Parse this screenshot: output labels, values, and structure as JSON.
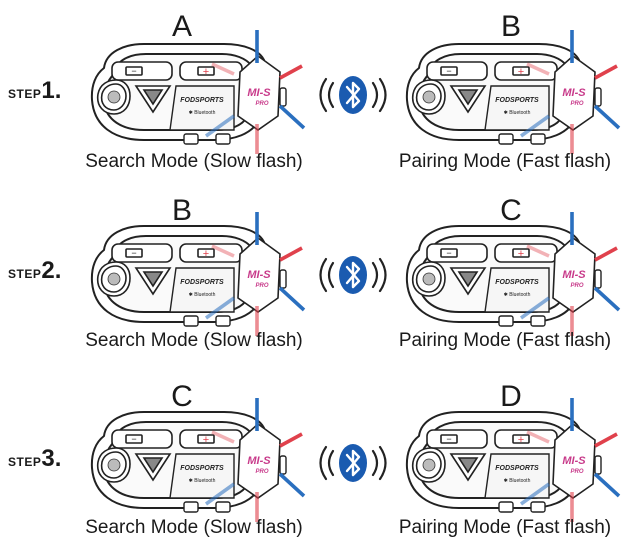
{
  "steps": [
    {
      "step_word": "STEP",
      "step_num": "1.",
      "left_letter": "A",
      "right_letter": "B",
      "left_caption": "Search Mode (Slow flash)",
      "right_caption": "Pairing Mode (Fast flash)"
    },
    {
      "step_word": "STEP",
      "step_num": "2.",
      "left_letter": "B",
      "right_letter": "C",
      "left_caption": "Search Mode (Slow flash)",
      "right_caption": "Pairing Mode (Fast flash)"
    },
    {
      "step_word": "STEP",
      "step_num": "3.",
      "left_letter": "C",
      "right_letter": "D",
      "left_caption": "Search Mode (Slow flash)",
      "right_caption": "Pairing Mode (Fast flash)"
    }
  ],
  "device": {
    "brand": "FODSPORTS",
    "bt_text": "Bluetooth",
    "model": "MI-S",
    "model_sub": "PRO",
    "minus": "−",
    "plus": "+"
  },
  "colors": {
    "bluetooth": "#1a5bb0",
    "flash_blue": "#2a6fbf",
    "flash_red": "#e0414c",
    "led_magenta": "#c83a8a",
    "outline": "#222222"
  },
  "icons": {
    "bluetooth": "bluetooth-icon",
    "waves": "signal-waves-icon"
  }
}
